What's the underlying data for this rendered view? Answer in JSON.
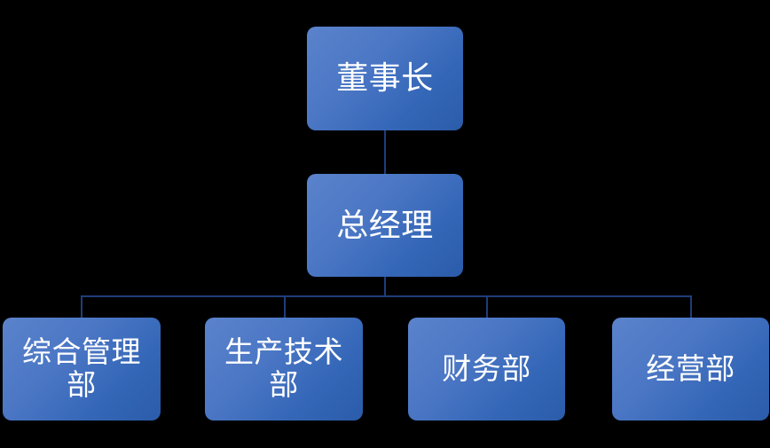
{
  "diagram": {
    "type": "organization-chart",
    "title": "",
    "background_color": "#000000",
    "node_gradient_from": "#5b83cc",
    "node_gradient_to": "#2a5caa",
    "node_text_color": "#ffffff",
    "connector_color": "#1f3d7a",
    "levels": [
      {
        "level": 1,
        "nodes": [
          {
            "id": "chairman",
            "label": "董事长"
          }
        ]
      },
      {
        "level": 2,
        "nodes": [
          {
            "id": "general-manager",
            "label": "总经理"
          }
        ]
      },
      {
        "level": 3,
        "nodes": [
          {
            "id": "dept-0",
            "label": "综合管理部"
          },
          {
            "id": "dept-1",
            "label": "生产技术部"
          },
          {
            "id": "dept-2",
            "label": "财务部"
          },
          {
            "id": "dept-3",
            "label": "经营部"
          }
        ]
      }
    ],
    "edges": [
      {
        "from": "chairman",
        "to": "general-manager"
      },
      {
        "from": "general-manager",
        "to": "dept-0"
      },
      {
        "from": "general-manager",
        "to": "dept-1"
      },
      {
        "from": "general-manager",
        "to": "dept-2"
      },
      {
        "from": "general-manager",
        "to": "dept-3"
      }
    ]
  }
}
